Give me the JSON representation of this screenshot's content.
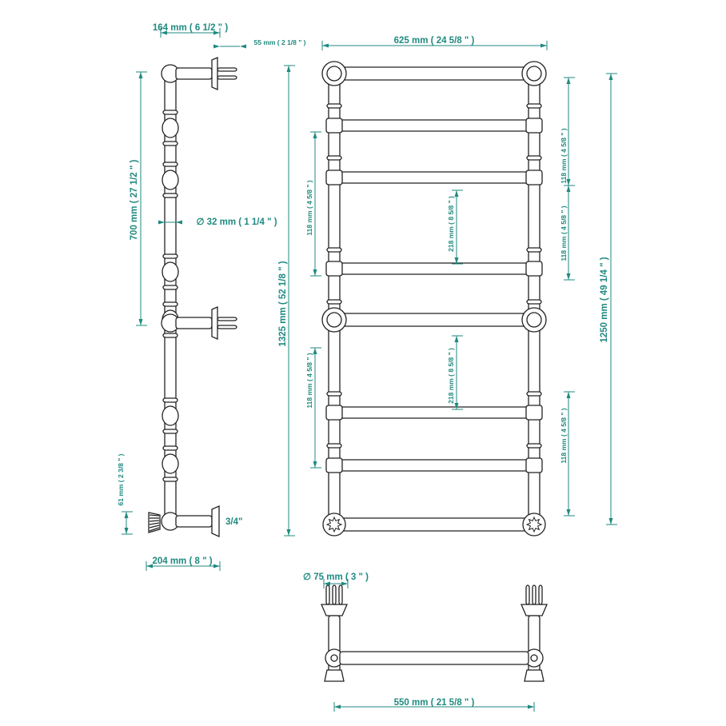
{
  "title": "Towel rail technical drawing",
  "colors": {
    "dimension": "#1f8a80",
    "outline": "#222222"
  },
  "side_view": {
    "depth": "164 mm ( 6 1/2 \" )",
    "spacer": "55 mm ( 2 1/8 \" )",
    "bracket_spacing": "700 mm ( 27 1/2 \" )",
    "tube_diameter": "∅ 32 mm ( 1 1/4 \" )",
    "valve_height": "61 mm ( 2 3/8 \" )",
    "bottom_depth": "204 mm ( 8 \" )",
    "connection": "3/4\""
  },
  "front_view": {
    "width": "625 mm ( 24 5/8 \" )",
    "height": "1325 mm ( 52 1/8 \" )",
    "inner_height": "1250 mm ( 49 1/4 \" )",
    "rail_spacing": "118 mm ( 4 5/8 \" )",
    "large_spacing": "218 mm ( 8 5/8 \" )"
  },
  "bottom_view": {
    "flange_diameter": "∅ 75 mm ( 3 \" )",
    "centers": "550 mm ( 21 5/8 \" )"
  }
}
